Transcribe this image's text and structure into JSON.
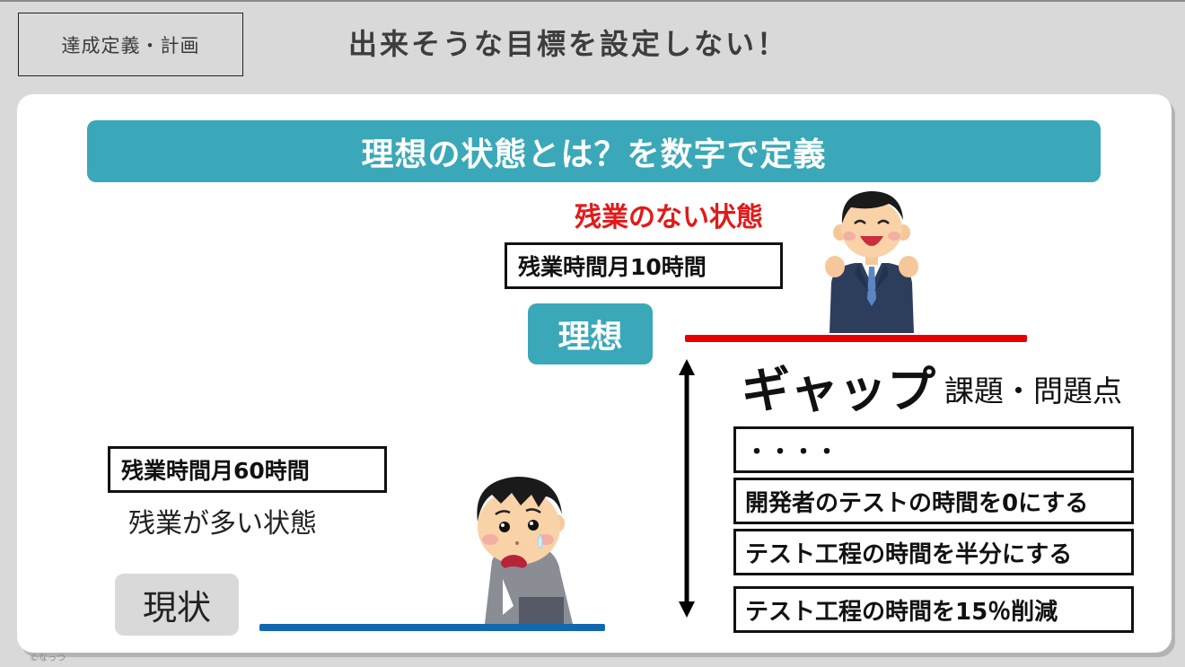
{
  "header": {
    "section_tag": "達成定義・計画",
    "title": "出来そうな目標を設定しない！"
  },
  "banner": {
    "text": "理想の状態とは？を数字で定義"
  },
  "ideal": {
    "heading": "残業のない状態",
    "metric": "残業時間月10時間",
    "label": "理想",
    "line_color": "#e60000",
    "figure_icon": "happy-businessman-icon"
  },
  "current": {
    "metric": "残業時間月60時間",
    "description": "残業が多い状態",
    "label": "現状",
    "line_color": "#1168b0",
    "figure_icon": "crying-businessman-icon"
  },
  "gap": {
    "title": "ギャップ",
    "subtitle": "課題・問題点",
    "arrow_icon": "double-headed-vertical-arrow-icon",
    "issues": [
      "・・・・",
      "開発者のテストの時間を0にする",
      "テスト工程の時間を半分にする",
      "テスト工程の時間を15％削減"
    ]
  },
  "footer": {
    "credit": "©なっつ"
  },
  "colors": {
    "accent_teal": "#3aa8b8",
    "ideal_red": "#e21a1a",
    "current_blue": "#1168b0",
    "background_gray": "#d9d9d9"
  }
}
